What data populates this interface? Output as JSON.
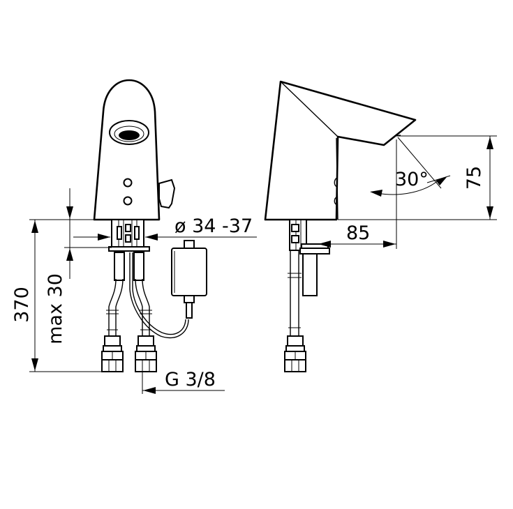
{
  "drawing": {
    "labels": {
      "diameter": "ø 34 -37",
      "height_total": "370",
      "max_thickness": "max 30",
      "thread": "G 3/8",
      "projection": "85",
      "spout_height": "75",
      "angle": "30°"
    },
    "colors": {
      "line": "#000000",
      "background": "#ffffff"
    }
  }
}
